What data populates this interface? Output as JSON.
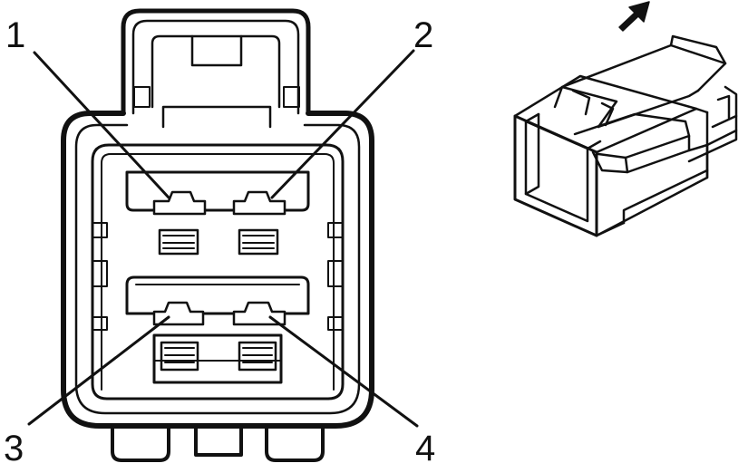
{
  "diagram": {
    "pin_labels": [
      "1",
      "2",
      "3",
      "4"
    ],
    "colors": {
      "stroke": "#111111",
      "background": "#ffffff",
      "arrow": "#111111"
    },
    "icons": {
      "face_view": "connector-face-view",
      "iso_view": "connector-isometric-view",
      "direction": "arrow-icon"
    }
  }
}
